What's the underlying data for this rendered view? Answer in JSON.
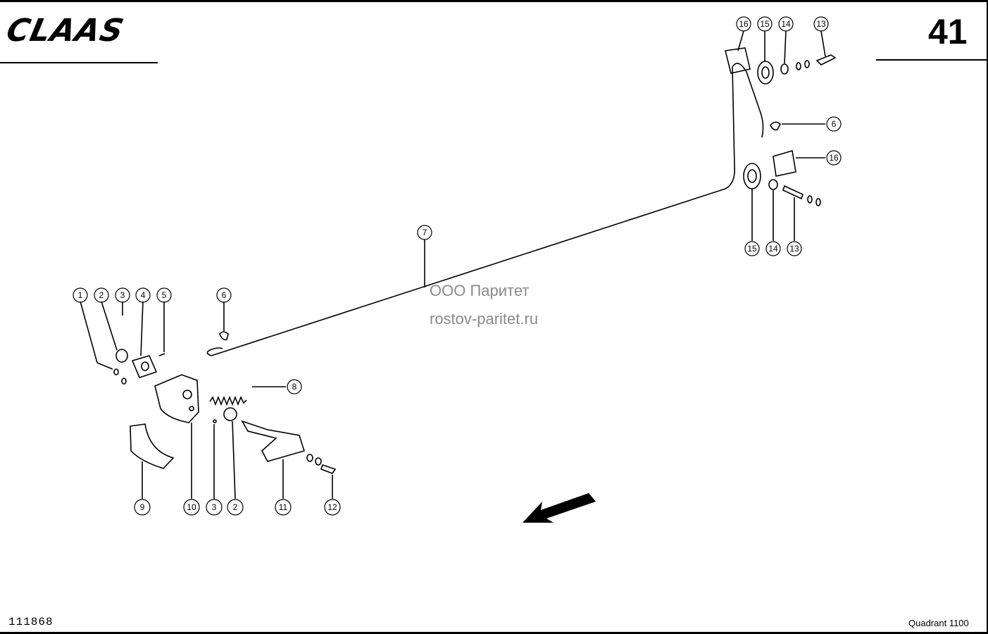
{
  "header": {
    "logo_text": "CLAAS",
    "page_number": "41"
  },
  "footer": {
    "drawing_number": "111868",
    "model": "Quadrant 1100"
  },
  "watermark": {
    "line1": "ООО Паритет",
    "line2": "rostov-paritet.ru"
  },
  "callouts": [
    "1",
    "2",
    "3",
    "4",
    "5",
    "6",
    "7",
    "8",
    "9",
    "10",
    "3",
    "2",
    "11",
    "12",
    "16",
    "15",
    "14",
    "13",
    "6",
    "16",
    "15",
    "14",
    "13"
  ],
  "icons": [
    "direction-arrow-icon"
  ]
}
